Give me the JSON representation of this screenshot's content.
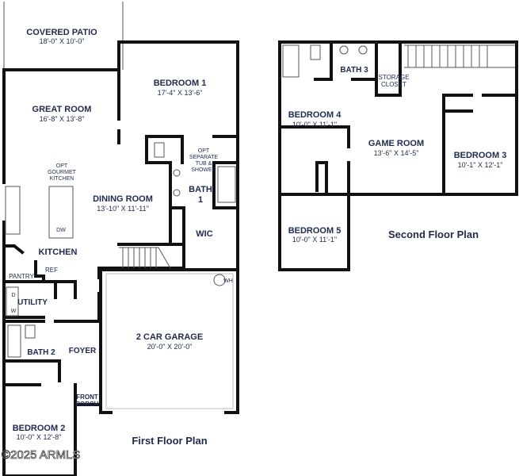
{
  "first_floor": {
    "caption": "First Floor Plan",
    "rooms": {
      "covered_patio": {
        "name": "COVERED PATIO",
        "dim": "18'-0\" X 10'-0\""
      },
      "great_room": {
        "name": "GREAT ROOM",
        "dim": "16'-8\" X 13'-8\""
      },
      "bedroom1": {
        "name": "BEDROOM 1",
        "dim": "17'-4\" X 13'-6\""
      },
      "dining_room": {
        "name": "DINING ROOM",
        "dim": "13'-10\" X 11'-11\""
      },
      "bath1": {
        "name": "BATH",
        "num": "1"
      },
      "wic": {
        "name": "WIC"
      },
      "kitchen": {
        "name": "KITCHEN"
      },
      "pantry": {
        "name": "PANTRY"
      },
      "ref": {
        "name": "REF"
      },
      "utility": {
        "name": "UTILITY"
      },
      "garage": {
        "name": "2 CAR GARAGE",
        "dim": "20'-0\" X 20'-0\""
      },
      "bath2": {
        "name": "BATH 2"
      },
      "foyer": {
        "name": "FOYER"
      },
      "front_porch": {
        "line1": "FRONT",
        "line2": "PORCH"
      },
      "bedroom2": {
        "name": "BEDROOM 2",
        "dim": "10'-0\" X 12'-8\""
      }
    },
    "notes": {
      "gourmet": [
        "OPT",
        "GOURMET",
        "KITCHEN"
      ],
      "tub": [
        "OPT",
        "SEPARATE",
        "TUB &",
        "SHOWER"
      ],
      "wh": "WH",
      "dw": "DW",
      "w": "W",
      "d": "D"
    }
  },
  "second_floor": {
    "caption": "Second Floor Plan",
    "rooms": {
      "bath3": {
        "name": "BATH 3"
      },
      "storage": {
        "line1": "STORAGE",
        "line2": "CLOSET"
      },
      "bedroom4": {
        "name": "BEDROOM 4",
        "dim": "10'-0\" X 11'-1\""
      },
      "game_room": {
        "name": "GAME ROOM",
        "dim": "13'-6\" X 14'-5\""
      },
      "bedroom3": {
        "name": "BEDROOM 3",
        "dim": "10'-1\" X 12'-1\""
      },
      "bedroom5": {
        "name": "BEDROOM 5",
        "dim": "10'-0\" X 11'-1\""
      }
    }
  },
  "watermark": "©2025 ARMLS",
  "colors": {
    "label": "#1f2a4f",
    "wall": "#111111"
  }
}
